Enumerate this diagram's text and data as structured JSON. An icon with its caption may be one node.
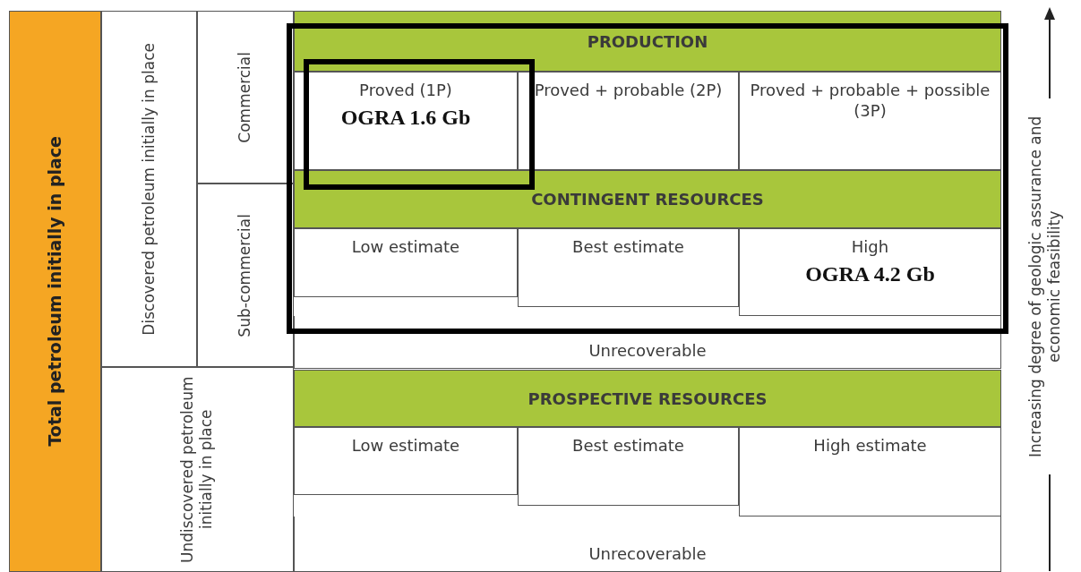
{
  "diagram": {
    "nodes": [
      {
        "text": [
          "Total petroleum initially in place"
        ]
      },
      {
        "text": [
          "Discovered petroleum initially in place"
        ]
      },
      {
        "text": [
          "Commercial"
        ]
      },
      {
        "text": [
          "Sub-commercial"
        ]
      },
      {
        "text": [
          "PRODUCTION"
        ]
      },
      {
        "text": [
          "Proved (1P)",
          "OGRA 1.6 Gb"
        ]
      },
      {
        "text": [
          "Proved + probable (2P)"
        ]
      },
      {
        "text": [
          "Proved + probable + possible (3P)"
        ]
      },
      {
        "text": [
          "CONTINGENT RESOURCES"
        ]
      },
      {
        "text": [
          "Low estimate"
        ]
      },
      {
        "text": [
          "Best estimate"
        ]
      },
      {
        "text": [
          "High",
          "OGRA 4.2 Gb"
        ]
      },
      {
        "text": [
          "Unrecoverable"
        ]
      },
      {
        "text": [
          "Undiscovered petroleum initially in place"
        ]
      },
      {
        "text": [
          "PROSPECTIVE RESOURCES"
        ]
      },
      {
        "text": [
          "Low estimate"
        ]
      },
      {
        "text": [
          "Best estimate"
        ]
      },
      {
        "text": [
          "High estimate"
        ]
      },
      {
        "text": [
          "Unrecoverable"
        ]
      }
    ],
    "labels": [
      "Increasing degree of geologic assurance and economic feasibility"
    ]
  }
}
